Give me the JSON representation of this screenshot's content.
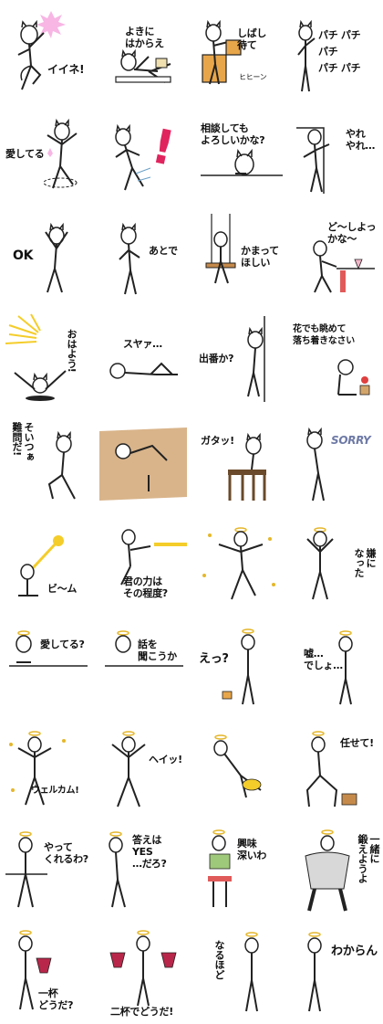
{
  "title": "",
  "stickers": [
    {
      "caption": "イイネ!",
      "scene": "cat-pointing-burst"
    },
    {
      "caption": "よきに\nはからえ",
      "scene": "cat-reclining"
    },
    {
      "caption": "しばし\n待て",
      "scene": "cat-with-box",
      "extra": "ヒヒーン"
    },
    {
      "caption": "パチ パチ\nパチ\nパチ パチ",
      "scene": "cat-clapping"
    },
    {
      "caption": "愛してる",
      "scene": "cat-heart-spin"
    },
    {
      "caption": "!",
      "scene": "cat-surprised"
    },
    {
      "caption": "相談しても\nよろしいかな?",
      "scene": "cat-peeking"
    },
    {
      "caption": "やれ\nやれ…",
      "scene": "cat-leaning-shelf"
    },
    {
      "caption": "OK",
      "scene": "cat-ok-pose"
    },
    {
      "caption": "あとで",
      "scene": "cat-standing"
    },
    {
      "caption": "かまって\nほしい",
      "scene": "cat-swing"
    },
    {
      "caption": "ど〜しよっ\nかな〜",
      "scene": "cat-cafe"
    },
    {
      "caption": "おはよう!",
      "scene": "cat-morning-sun"
    },
    {
      "caption": "スヤァ…",
      "scene": "cat-sleeping"
    },
    {
      "caption": "出番か?",
      "scene": "cat-peek-door"
    },
    {
      "caption": "花でも眺めて\n落ち着きなさい",
      "scene": "cat-with-flower"
    },
    {
      "caption": "そいつぁ\n難問だ!",
      "scene": "cat-thinking-kneel"
    },
    {
      "caption": "",
      "scene": "cat-in-sand"
    },
    {
      "caption": "ガタッ!",
      "scene": "cat-chairs"
    },
    {
      "caption": "SORRY",
      "scene": "cat-sorry"
    },
    {
      "caption": "ビ〜ム",
      "scene": "cat-beam"
    },
    {
      "caption": "君の力は\nその程度?",
      "scene": "cat-blocking-beam"
    },
    {
      "caption": "",
      "scene": "angel-sparkle"
    },
    {
      "caption": "嫌に\nなった",
      "scene": "angel-papers"
    },
    {
      "caption": "愛してる?",
      "scene": "angel-peek"
    },
    {
      "caption": "話を\n聞こうか",
      "scene": "angel-desk"
    },
    {
      "caption": "えっ?",
      "scene": "angel-surprised"
    },
    {
      "caption": "嘘…\nでしょ…",
      "scene": "angel-phone"
    },
    {
      "caption": "ウェルカム!",
      "scene": "angel-welcome"
    },
    {
      "caption": "ヘイッ!",
      "scene": "angel-hey"
    },
    {
      "caption": "",
      "scene": "angel-fall"
    },
    {
      "caption": "任せて!",
      "scene": "angel-kneel"
    },
    {
      "caption": "やって\nくれるわ?",
      "scene": "angel-table"
    },
    {
      "caption": "答えは\nYES\n…だろ?",
      "scene": "angel-yes"
    },
    {
      "caption": "興味\n深いわ",
      "scene": "angel-reading"
    },
    {
      "caption": "一緒に\n鍛えようよ",
      "scene": "angel-muscle"
    },
    {
      "caption": "一杯\nどうだ?",
      "scene": "angel-wine"
    },
    {
      "caption": "二杯でどうだ!",
      "scene": "angel-two-wine"
    },
    {
      "caption": "なるほど",
      "scene": "angel-nod"
    },
    {
      "caption": "わからん",
      "scene": "angel-shrug"
    }
  ]
}
